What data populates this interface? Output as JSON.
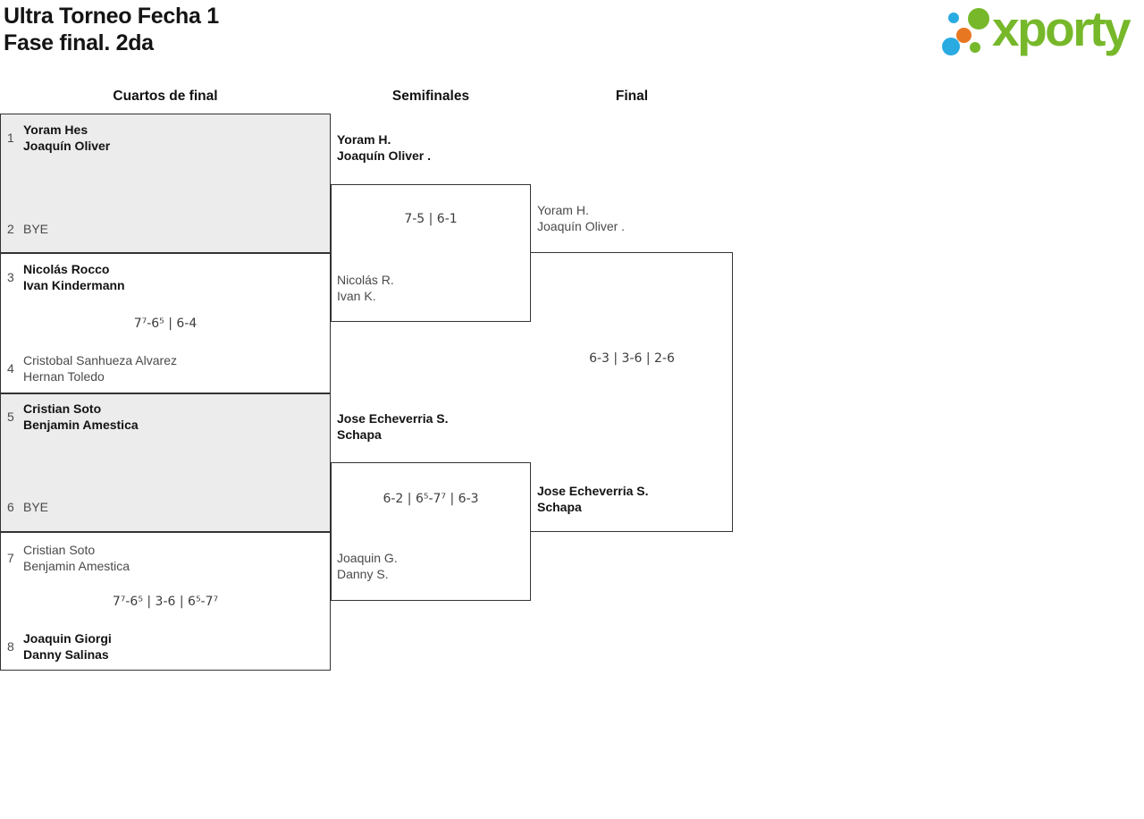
{
  "header": {
    "title_line1": "Ultra Torneo Fecha 1",
    "title_line2": "Fase final. 2da",
    "logo_text": "xporty"
  },
  "round_headers": {
    "quarterfinals": "Cuartos de final",
    "semifinals": "Semifinales",
    "final": "Final"
  },
  "bracket": {
    "qf": [
      {
        "seed1": "1",
        "p1": [
          "Yoram Hes",
          "Joaquín Oliver"
        ],
        "seed2": "2",
        "p2": [
          "BYE"
        ],
        "score": "",
        "winner": "p1"
      },
      {
        "seed1": "3",
        "p1": [
          "Nicolás Rocco",
          "Ivan Kindermann"
        ],
        "seed2": "4",
        "p2": [
          "Cristobal Sanhueza Alvarez",
          "Hernan Toledo"
        ],
        "score": "7⁷-6⁵ | 6-4",
        "winner": "p1"
      },
      {
        "seed1": "5",
        "p1": [
          "Cristian Soto",
          "Benjamin Amestica"
        ],
        "seed2": "6",
        "p2": [
          "BYE"
        ],
        "score": "",
        "winner": "p1"
      },
      {
        "seed1": "7",
        "p1": [
          "Cristian Soto",
          "Benjamin Amestica"
        ],
        "seed2": "8",
        "p2": [
          "Joaquin Giorgi",
          "Danny Salinas"
        ],
        "score": "7⁷-6⁵ | 3-6 | 6⁵-7⁷",
        "winner": "p2"
      }
    ],
    "sf": [
      {
        "p1": [
          "Yoram H.",
          "Joaquín Oliver ."
        ],
        "p2": [
          "Nicolás R.",
          "Ivan K."
        ],
        "score": "7-5 | 6-1",
        "winner": "p1"
      },
      {
        "p1": [
          "Jose Echeverria S.",
          "Schapa"
        ],
        "p2": [
          "Joaquin G.",
          "Danny S."
        ],
        "score": "6-2 | 6⁵-7⁷ | 6-3",
        "winner": "p1"
      }
    ],
    "final": {
      "p1": [
        "Yoram H.",
        "Joaquín Oliver ."
      ],
      "p2": [
        "Jose Echeverria S.",
        "Schapa"
      ],
      "score": "6-3 | 3-6 | 2-6",
      "winner": "p2"
    }
  },
  "colors": {
    "brand_green": "#76b82a",
    "brand_blue": "#29abe2",
    "brand_orange": "#e87722",
    "box_fill_alt": "#ececec",
    "border": "#333333"
  }
}
